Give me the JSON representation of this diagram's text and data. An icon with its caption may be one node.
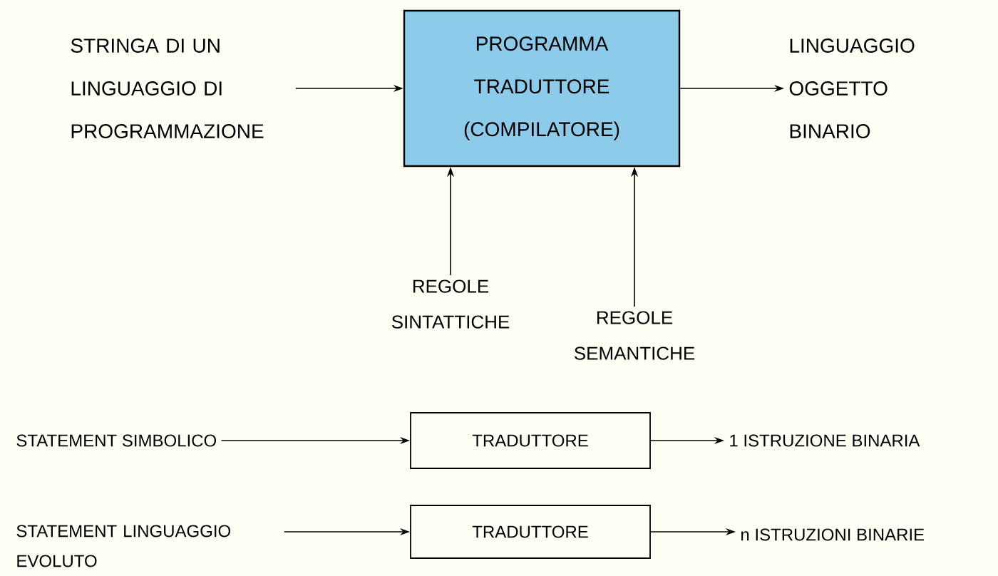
{
  "diagram": {
    "nodes": [
      {
        "text": [
          "STRINGA DI UN LINGUAGGIO DI PROGRAMMAZIONE"
        ]
      },
      {
        "text": [
          "PROGRAMMA TRADUTTORE (COMPILATORE)"
        ]
      },
      {
        "text": [
          "LINGUAGGIO OGGETTO BINARIO"
        ]
      },
      {
        "text": [
          "REGOLE SINTATTICHE"
        ]
      },
      {
        "text": [
          "REGOLE SEMANTICHE"
        ]
      },
      {
        "text": [
          "STATEMENT SIMBOLICO"
        ]
      },
      {
        "text": [
          "TRADUTTORE"
        ]
      },
      {
        "text": [
          "1 ISTRUZIONE BINARIA"
        ]
      },
      {
        "text": [
          "STATEMENT LINGUAGGIO EVOLUTO"
        ]
      },
      {
        "text": [
          "TRADUTTORE"
        ]
      },
      {
        "text": [
          "n ISTRUZIONI BINARIE"
        ]
      }
    ],
    "edges": [
      {
        "from": 0,
        "to": 1,
        "arrow": "to"
      },
      {
        "from": 1,
        "to": 2,
        "arrow": "to"
      },
      {
        "from": 3,
        "to": 1,
        "arrow": "to"
      },
      {
        "from": 4,
        "to": 1,
        "arrow": "to"
      },
      {
        "from": 5,
        "to": 6,
        "arrow": "to"
      },
      {
        "from": 6,
        "to": 7,
        "arrow": "to"
      },
      {
        "from": 8,
        "to": 9,
        "arrow": "to"
      },
      {
        "from": 9,
        "to": 10,
        "arrow": "to"
      }
    ]
  }
}
